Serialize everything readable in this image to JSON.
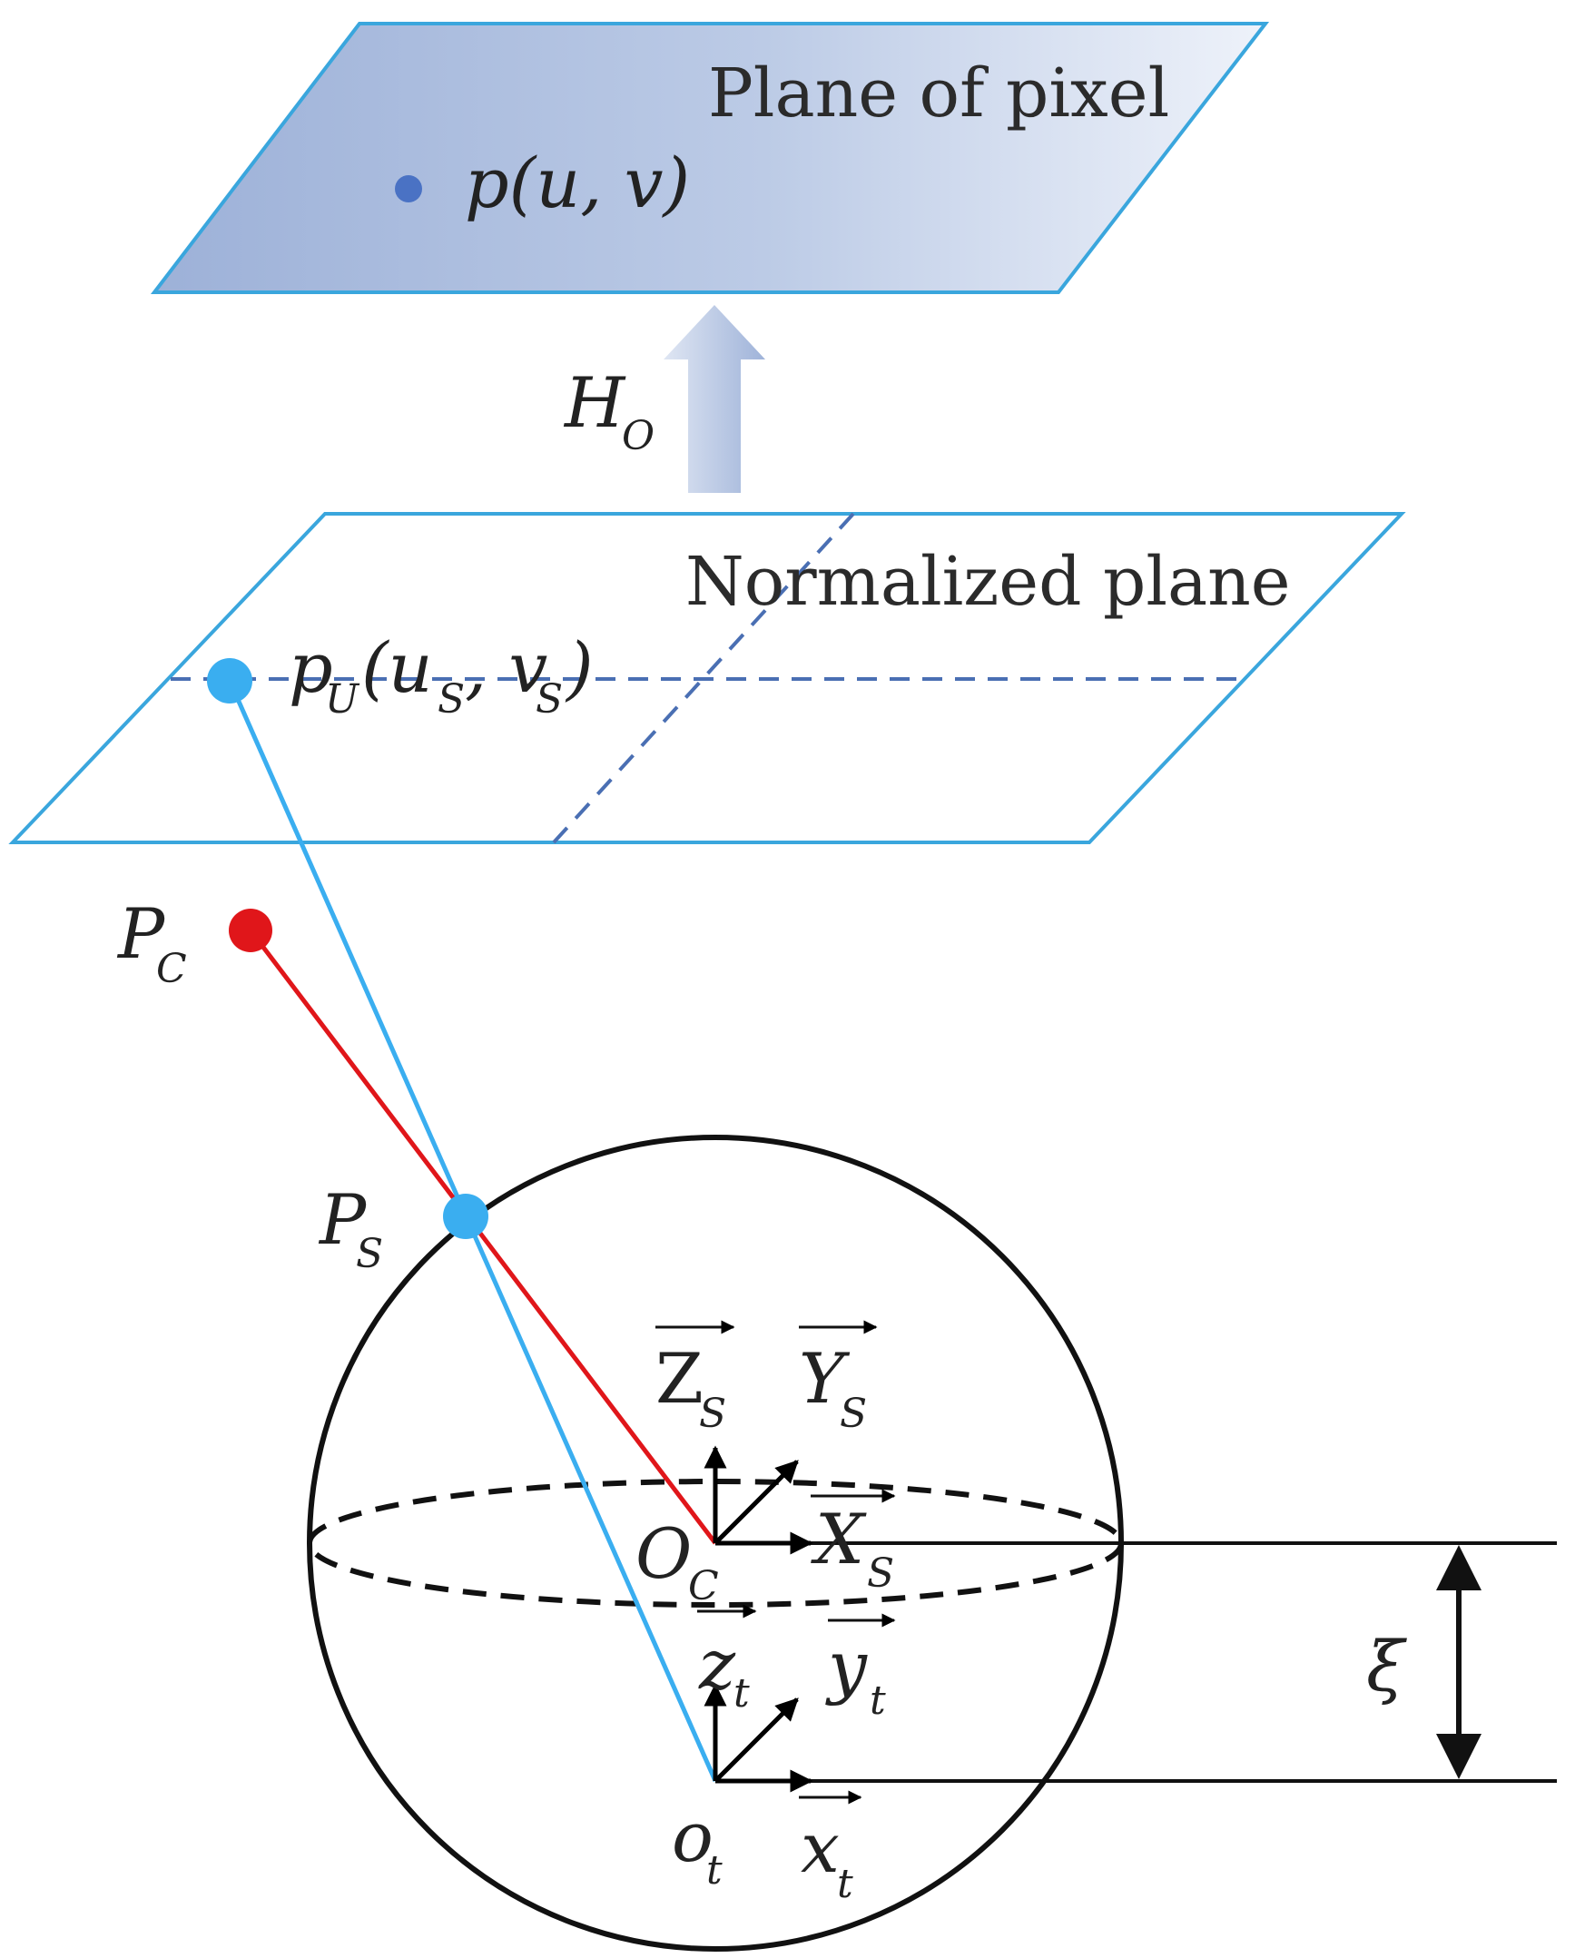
{
  "planes": {
    "pixel": {
      "title": "Plane of pixel",
      "point_label": "p(u, v)",
      "fill_dark": "#9db1d8",
      "fill_light": "#eef2fa",
      "edge": "#3aa6dd"
    },
    "normalized": {
      "title": "Normalized plane",
      "point_main": "p",
      "point_sub": "U",
      "point_coords": "(u",
      "point_coords_sub1": "S",
      "point_comma": ", v",
      "point_coords_sub2": "S",
      "point_close": ")",
      "edge": "#3aa6dd",
      "dash": "#4a6fb3"
    }
  },
  "transform": {
    "main": "H",
    "sub": "O",
    "arrow_light": "#dfe6f3",
    "arrow_dark": "#9fb3d9"
  },
  "points": {
    "pc": {
      "main": "P",
      "sub": "C",
      "color": "#e0161a"
    },
    "ps": {
      "main": "P",
      "sub": "S",
      "color": "#3aaef0"
    },
    "pu": {
      "color": "#3aaef0"
    },
    "pixel_point": {
      "color": "#4a72c4"
    }
  },
  "sphere_frame": {
    "origin": {
      "main": "O",
      "sub": "C"
    },
    "z": {
      "main": "Z",
      "sub": "S"
    },
    "y": {
      "main": "Y",
      "sub": "S"
    },
    "x": {
      "main": "X",
      "sub": "S"
    }
  },
  "offset_frame": {
    "origin": {
      "main": "o",
      "sub": "t"
    },
    "z": {
      "main": "z",
      "sub": "t"
    },
    "y": {
      "main": "y",
      "sub": "t"
    },
    "x": {
      "main": "x",
      "sub": "t"
    }
  },
  "offset": {
    "symbol": "ξ"
  }
}
